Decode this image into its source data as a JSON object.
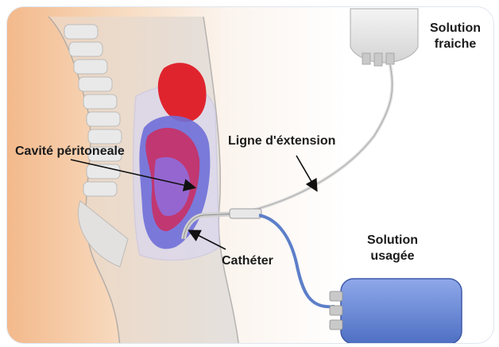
{
  "labels": {
    "solution_fraiche_line1": "Solution",
    "solution_fraiche_line2": "fraiche",
    "ligne_extension": "Ligne d'éxtension",
    "cavite_peritoneale": "Cavité péritoneale",
    "catheter": "Cathéter",
    "solution_usagee_line1": "Solution",
    "solution_usagee_line2": "usagée"
  },
  "colors": {
    "skin": "#f3b98b",
    "organ_red": "#e0242e",
    "organ_blue": "#6f6fd8",
    "bag_blue": "#6f8fd9",
    "tube_blue": "#5d7fc9"
  }
}
